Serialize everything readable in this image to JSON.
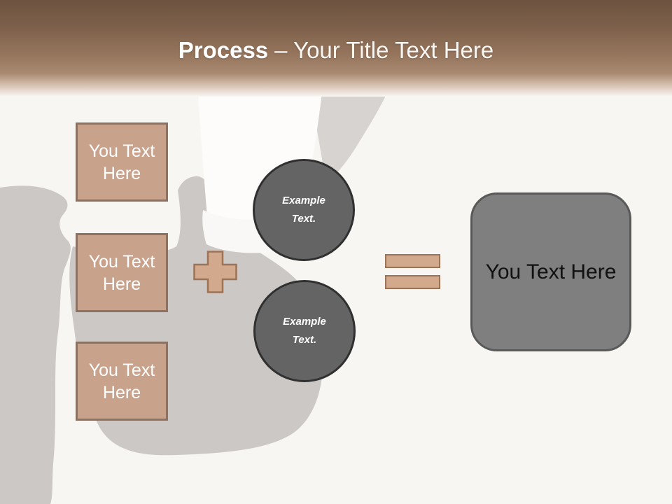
{
  "colors": {
    "page-bg": "#f8f6f3",
    "header-top": "#6d5340",
    "header-mid": "#a98a71",
    "photo-gray": "#cbc8c5",
    "tan-fill": "#c9a28c",
    "tan-border": "#8c7263",
    "operator-fill": "#d2a98d",
    "operator-border": "#9c7357",
    "circle-fill": "#646464",
    "circle-border": "#303030",
    "result-fill": "#7f7f7f",
    "result-border": "#595959"
  },
  "header": {
    "title_bold": "Process",
    "title_rest": "– Your Title Text Here"
  },
  "boxes": [
    {
      "label": "You Text Here"
    },
    {
      "label": "You Text Here"
    },
    {
      "label": "You Text Here"
    }
  ],
  "operators": {
    "plus_icon": "plus-sign",
    "equals_icon": "equals-sign"
  },
  "circles": [
    {
      "label": "Example Text."
    },
    {
      "label": "Example Text."
    }
  ],
  "result": {
    "label": "You Text Here"
  }
}
